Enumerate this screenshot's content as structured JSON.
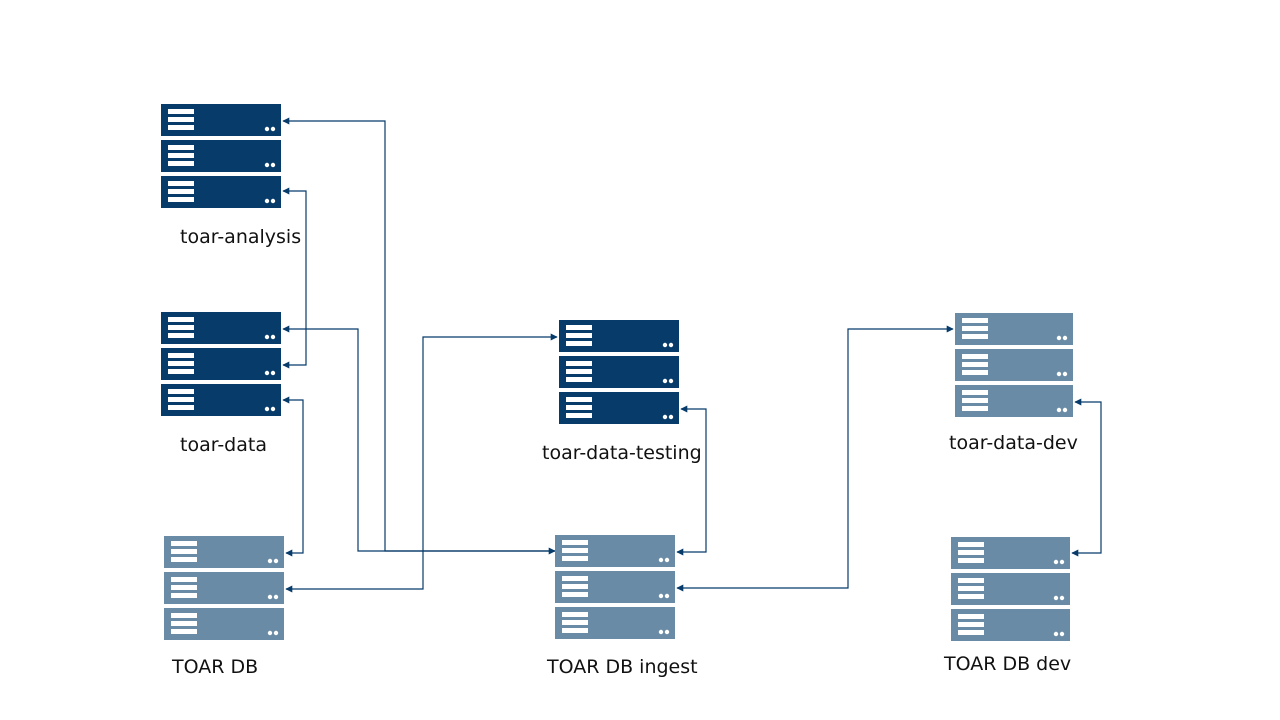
{
  "colors": {
    "dark": "#063b6a",
    "light": "#6a8ba6",
    "line": "#063b6a"
  },
  "servers": [
    {
      "id": "toar-analysis",
      "label": "toar-analysis",
      "style": "dark"
    },
    {
      "id": "toar-data",
      "label": "toar-data",
      "style": "dark"
    },
    {
      "id": "toar-data-testing",
      "label": "toar-data-testing",
      "style": "dark"
    },
    {
      "id": "toar-data-dev",
      "label": "toar-data-dev",
      "style": "light"
    },
    {
      "id": "toar-db",
      "label": "TOAR DB",
      "style": "light"
    },
    {
      "id": "toar-db-ingest",
      "label": "TOAR DB ingest",
      "style": "light"
    },
    {
      "id": "toar-db-dev",
      "label": "TOAR DB dev",
      "style": "light"
    }
  ],
  "connections": [
    {
      "from": "TOAR DB ingest",
      "to": "toar-analysis",
      "arrows": "to"
    },
    {
      "from": "TOAR DB ingest",
      "to": "toar-data",
      "arrows": "both"
    },
    {
      "from": "toar-analysis",
      "to": "toar-data",
      "arrows": "both"
    },
    {
      "from": "TOAR DB",
      "to": "toar-data",
      "arrows": "both"
    },
    {
      "from": "TOAR DB",
      "to": "toar-data-testing",
      "arrows": "both"
    },
    {
      "from": "toar-data-testing",
      "to": "TOAR DB ingest",
      "arrows": "both"
    },
    {
      "from": "TOAR DB ingest",
      "to": "toar-data-dev",
      "arrows": "both"
    },
    {
      "from": "toar-data-dev",
      "to": "TOAR DB dev",
      "arrows": "both"
    }
  ]
}
